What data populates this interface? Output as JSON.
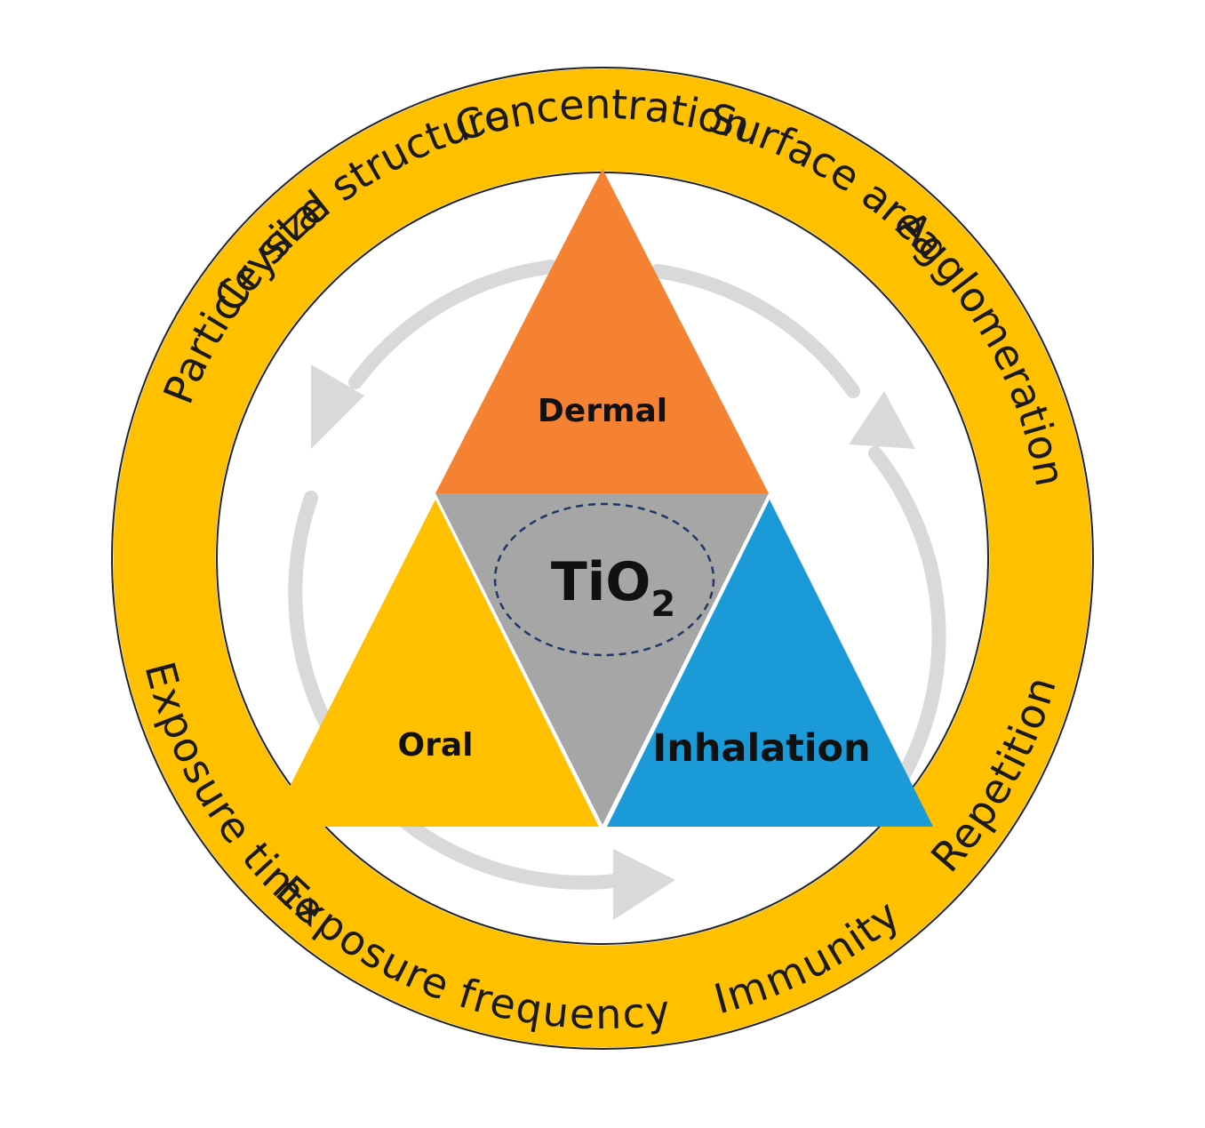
{
  "colors": {
    "ring": "#FFC000",
    "ring_outline": "#222222",
    "dermal": "#F58232",
    "oral": "#FFC000",
    "inhalation": "#1A9BD7",
    "center": "#A6A6A6",
    "arrows": "#D9D9D9",
    "ellipse_dash": "#1F3864"
  },
  "ring_labels": {
    "concentration": "Concentration",
    "surface_area": "Surface area",
    "agglomeration": "Agglomeration",
    "repetition": "Repetition",
    "immunity": "Immunity",
    "exposure_frequency": "Exposure frequency",
    "exposure_time": "Exposure time",
    "particle_size": "Particle size",
    "crystal_structure": "Crystal structure"
  },
  "routes": {
    "dermal": "Dermal",
    "oral": "Oral",
    "inhalation": "Inhalation"
  },
  "center": {
    "base": "TiO",
    "subscript": "2"
  }
}
